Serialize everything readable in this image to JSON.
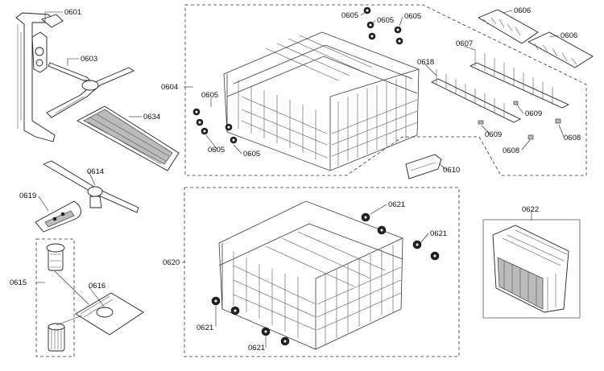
{
  "labels": {
    "l0601": "0601",
    "l0603": "0603",
    "l0604": "0604",
    "l0605a": "0605",
    "l0605b": "0605",
    "l0605c": "0605",
    "l0605d": "0605",
    "l0605e": "0605",
    "l0605f": "0605",
    "l0606a": "0606",
    "l0606b": "0606",
    "l0607": "0607",
    "l0608a": "0608",
    "l0608b": "0608",
    "l0609a": "0609",
    "l0609b": "0609",
    "l0610": "0610",
    "l0614": "0614",
    "l0615": "0615",
    "l0616": "0616",
    "l0618": "0618",
    "l0619": "0619",
    "l0620": "0620",
    "l0621a": "0621",
    "l0621b": "0621",
    "l0621c": "0621",
    "l0621d": "0621",
    "l0622": "0622",
    "l0634": "0634"
  }
}
